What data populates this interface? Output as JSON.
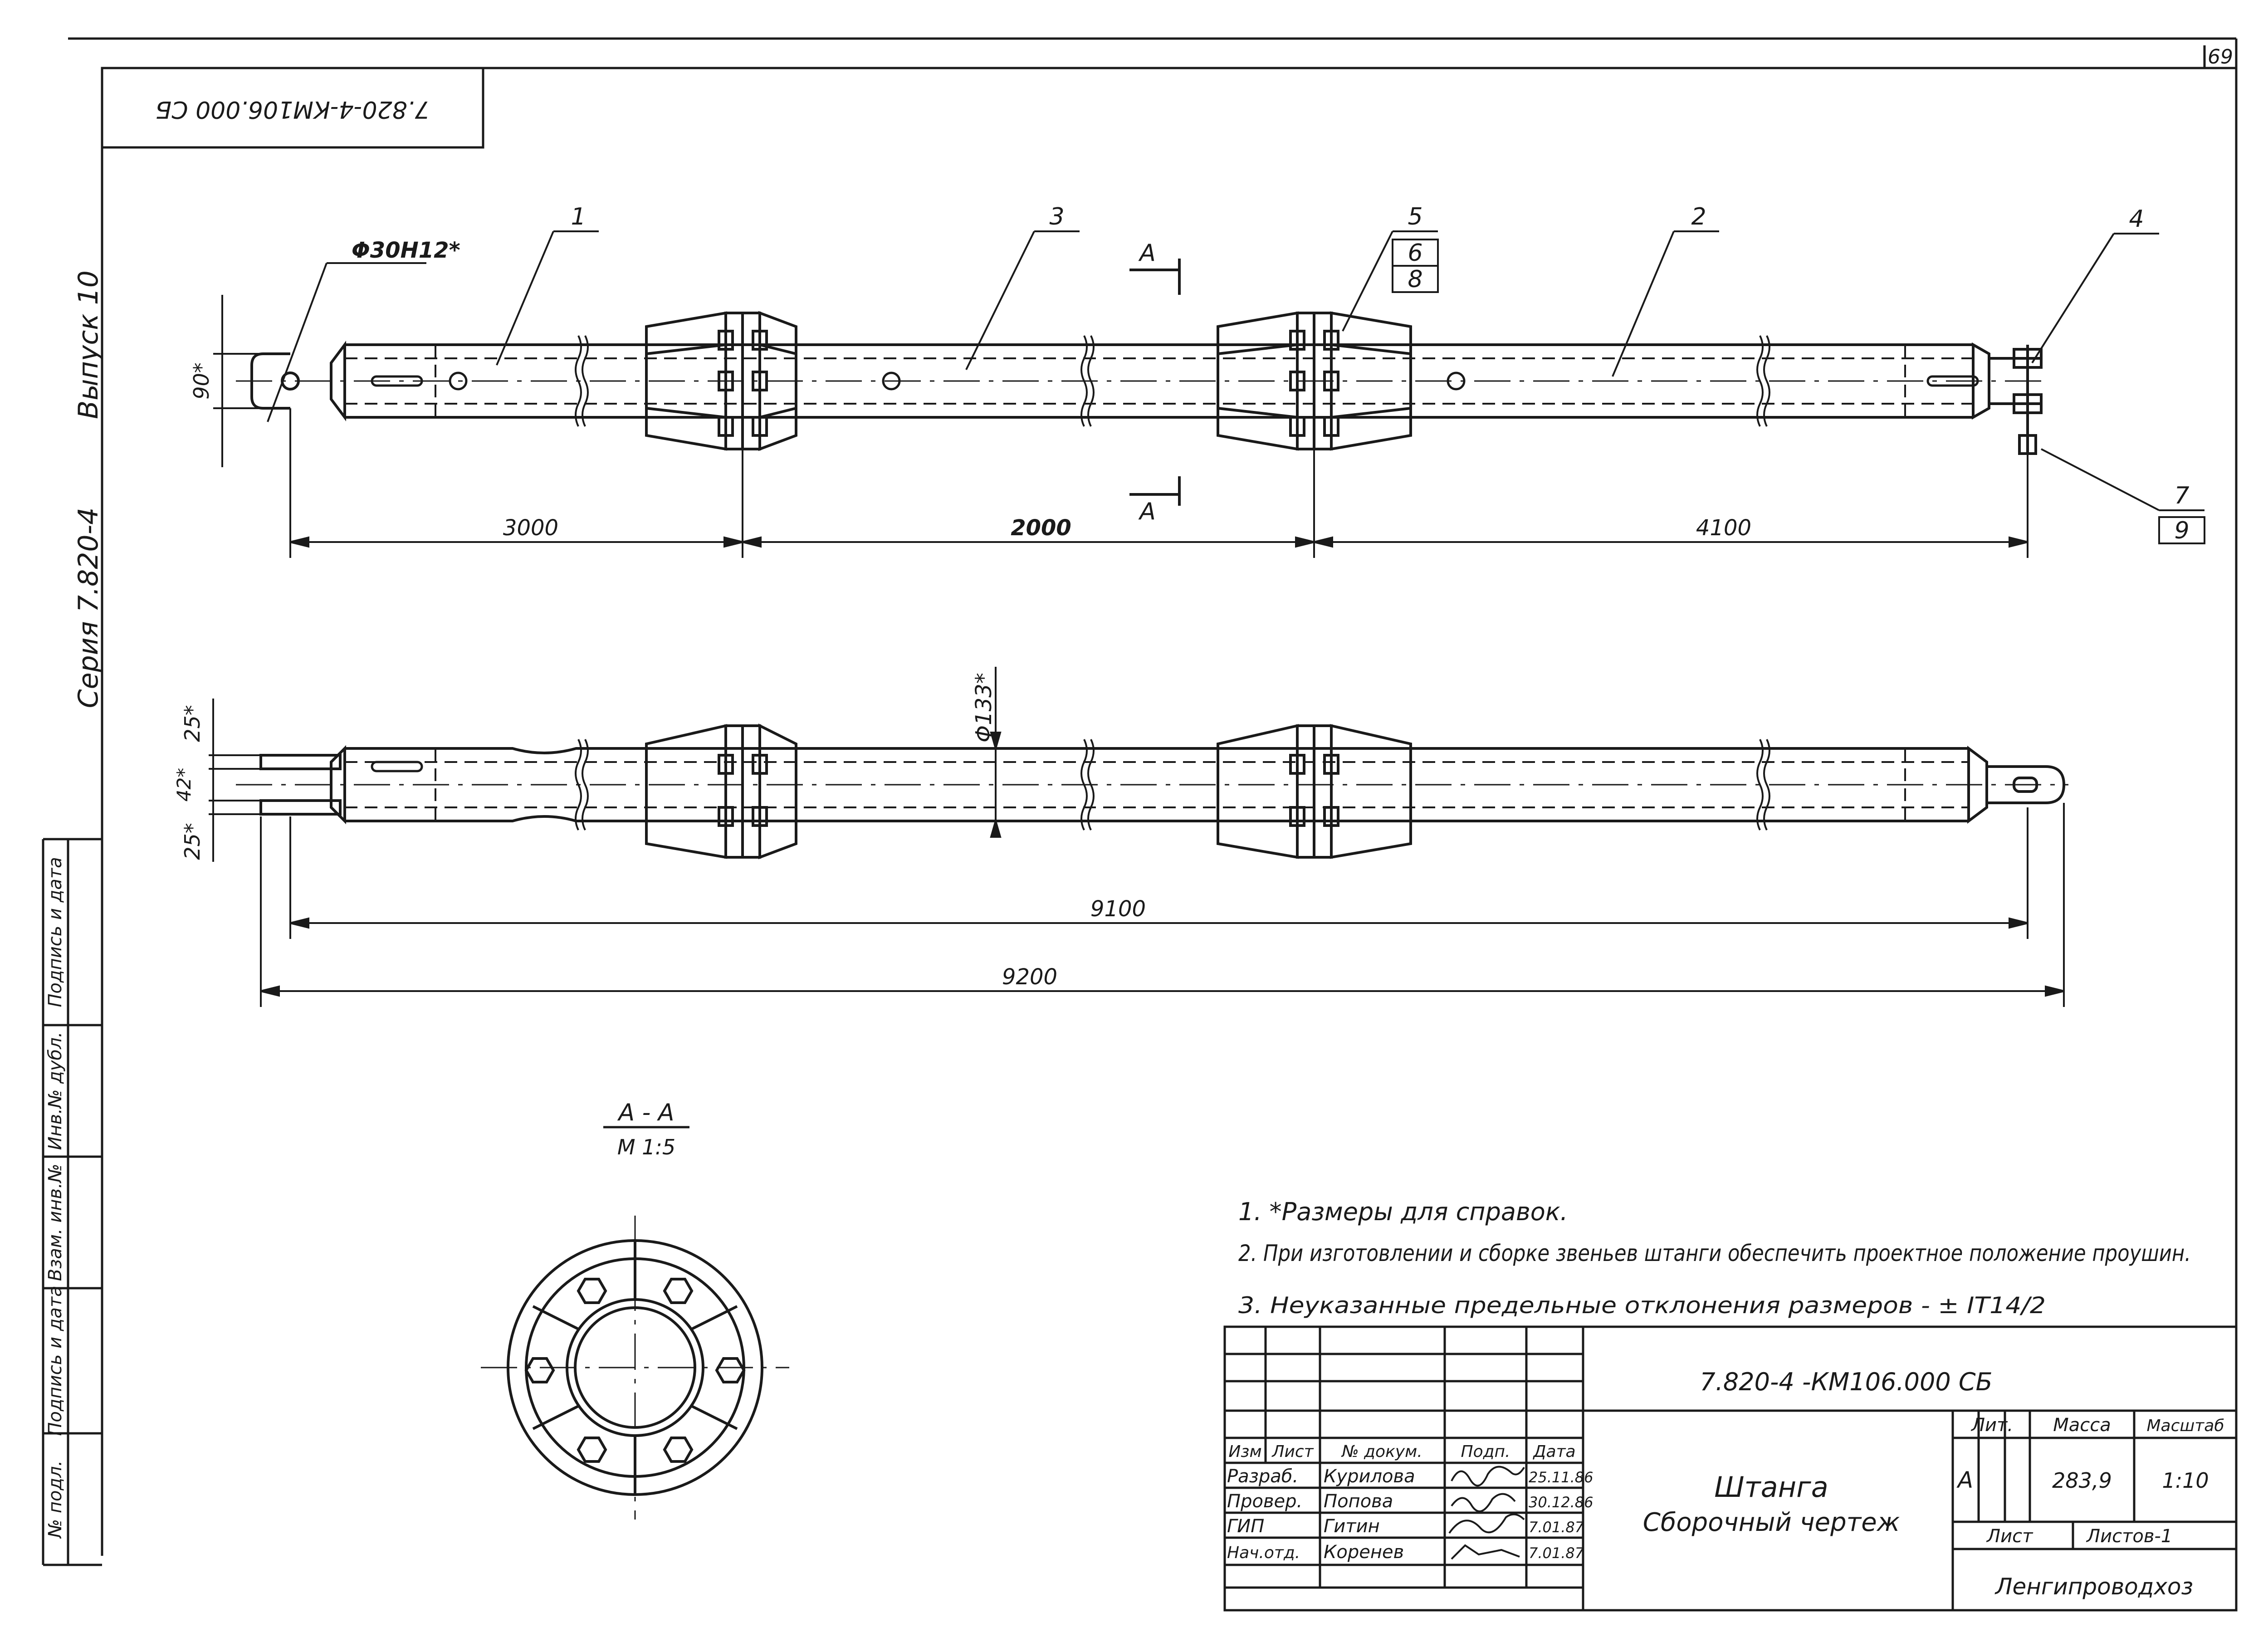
{
  "sheet": {
    "page_number": "69",
    "doc_code_rotated": "7.820-4-КМ106.000 СБ"
  },
  "side_labels": {
    "issue": "Выпуск 10",
    "series": "Серия 7.820-4"
  },
  "stamp_columns": [
    "Подпись и дата",
    "Инв.№ дубл.",
    "Взам. инв.№",
    "Подпись и дата",
    "№ подл."
  ],
  "top_view": {
    "callouts": [
      "1",
      "3",
      "5",
      "6",
      "8",
      "2",
      "4",
      "7",
      "9"
    ],
    "hole_dim": "Φ30H12*",
    "height_dim": "90*",
    "section_mark": "А",
    "spans": [
      "3000",
      "2000",
      "4100"
    ]
  },
  "side_view": {
    "diameter_dim": "Φ133*",
    "left_dims": [
      "25*",
      "42*",
      "25*"
    ],
    "overall_dims": [
      "9100",
      "9200"
    ]
  },
  "section": {
    "title": "А - А",
    "scale": "М 1:5"
  },
  "notes": [
    "1. *Размеры для справок.",
    "2. При изготовлении и сборке звеньев штанги обеспечить проектное положение проушин.",
    "3. Неуказанные предельные отклонения размеров - ± IT14/2"
  ],
  "title_block": {
    "doc_code": "7.820-4 -КМ106.000 СБ",
    "title": "Штанга",
    "subtitle": "Сборочный чертеж",
    "headers": [
      "Изм",
      "Лист",
      "№ докум.",
      "Подп.",
      "Дата"
    ],
    "rows": [
      {
        "role": "Разраб.",
        "name": "Курилова",
        "date": "25.11.86"
      },
      {
        "role": "Провер.",
        "name": "Попова",
        "date": "30.12.86"
      },
      {
        "role": "ГИП",
        "name": "Гитин",
        "date": "7.01.87"
      },
      {
        "role": "Нач.отд.",
        "name": "Коренев",
        "date": "7.01.87"
      }
    ],
    "lit_label": "Лит.",
    "mass_label": "Масса",
    "scale_label": "Масштаб",
    "lit_value": "А",
    "mass_value": "283,9",
    "scale_value": "1:10",
    "sheet_label": "Лист",
    "sheets_label": "Листов-1",
    "organization": "Ленгипроводхоз"
  }
}
